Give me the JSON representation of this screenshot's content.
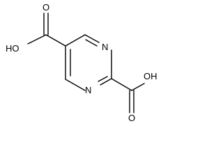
{
  "molecule": {
    "ring_nitrogen_top": "N",
    "ring_nitrogen_bottom": "N",
    "left_carboxyl_oxygen": "O",
    "left_carboxyl_hydroxyl": "HO",
    "right_carboxyl_oxygen": "O",
    "right_carboxyl_hydroxyl": "OH"
  },
  "colors": {
    "bond": "#000000",
    "label": "#000000",
    "background": "#ffffff"
  }
}
